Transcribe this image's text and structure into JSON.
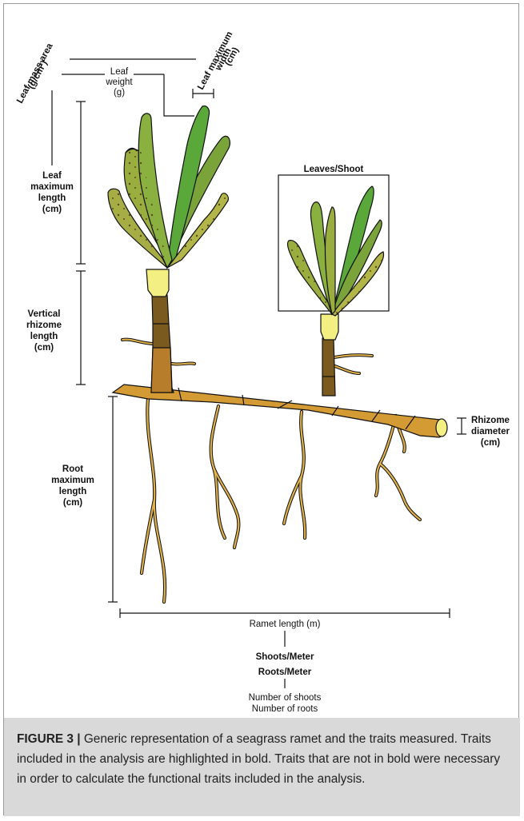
{
  "figure": {
    "labels": {
      "leaf_mass_area": "Leaf mass area",
      "leaf_mass_area_unit": "(g/cm²)",
      "leaf_weight": "Leaf",
      "leaf_weight_2": "weight",
      "leaf_weight_unit": "(g)",
      "leaf_max_width": "Leaf maximum",
      "leaf_max_width_2": "width",
      "leaf_max_width_unit": "(cm)",
      "leaf_max_length_1": "Leaf",
      "leaf_max_length_2": "maximum",
      "leaf_max_length_3": "length",
      "leaf_max_length_unit": "(cm)",
      "vertical_rhizome_1": "Vertical",
      "vertical_rhizome_2": "rhizome",
      "vertical_rhizome_3": "length",
      "vertical_rhizome_unit": "(cm)",
      "root_max_length_1": "Root",
      "root_max_length_2": "maximum",
      "root_max_length_3": "length",
      "root_max_length_unit": "(cm)",
      "leaves_shoot": "Leaves/Shoot",
      "rhizome_diameter_1": "Rhizome",
      "rhizome_diameter_2": "diameter",
      "rhizome_diameter_unit": "(cm)",
      "ramet_length": "Ramet length (m)",
      "shoots_meter": "Shoots/Meter",
      "roots_meter": "Roots/Meter",
      "number_shoots": "Number of shoots",
      "number_roots": "Number of roots"
    },
    "colors": {
      "leaf_olive": "#9aae3f",
      "leaf_green": "#5aa83a",
      "leaf_yellow": "#b2b548",
      "sheath": "#f3ef82",
      "stem_dark": "#7b5a1f",
      "rhizome": "#d49a34",
      "root": "#e2b24a"
    }
  },
  "caption": {
    "label": "FIGURE 3 |",
    "text": " Generic representation of a seagrass ramet and the traits measured. Traits included in the analysis are highlighted in bold. Traits that are not in bold were necessary in order to calculate the functional traits included in the analysis."
  }
}
